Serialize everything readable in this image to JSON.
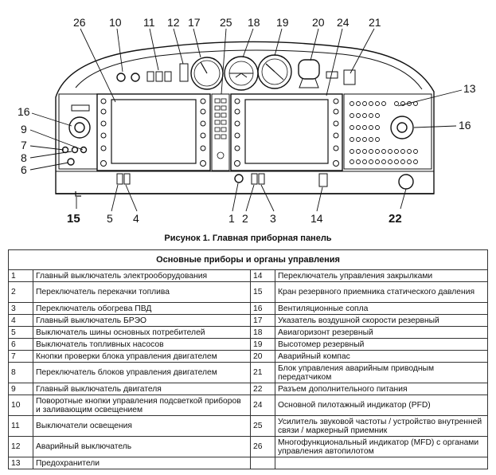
{
  "callouts": [
    "1",
    "2",
    "3",
    "4",
    "5",
    "6",
    "7",
    "8",
    "9",
    "10",
    "11",
    "12",
    "13",
    "14",
    "15",
    "16",
    "17",
    "18",
    "19",
    "20",
    "21",
    "22",
    "24",
    "25",
    "26"
  ],
  "caption": "Рисунок 1. Главная приборная панель",
  "table": {
    "header": "Основные приборы и органы управления",
    "rows": [
      {
        "ln": "1",
        "lt": "Главный выключатель электрооборудования",
        "rn": "14",
        "rt": "Переключатель управления закрылками"
      },
      {
        "ln": "2",
        "lt": "Переключатель перекачки топлива",
        "rn": "15",
        "rt": "Кран резервного приемника статического давления"
      },
      {
        "ln": "3",
        "lt": "Переключатель обогрева ПВД",
        "rn": "16",
        "rt": "Вентиляционные сопла"
      },
      {
        "ln": "4",
        "lt": "Главный выключатель БРЭО",
        "rn": "17",
        "rt": "Указатель воздушной скорости резервный"
      },
      {
        "ln": "5",
        "lt": "Выключатель шины основных потребителей",
        "rn": "18",
        "rt": "Авиагоризонт резервный"
      },
      {
        "ln": "6",
        "lt": "Выключатель топливных насосов",
        "rn": "19",
        "rt": "Высотомер резервный"
      },
      {
        "ln": "7",
        "lt": "Кнопки проверки блока управления двигателем",
        "rn": "20",
        "rt": "Аварийный компас"
      },
      {
        "ln": "8",
        "lt": "Переключатель блоков управления двигателем",
        "rn": "21",
        "rt": "Блок управления аварийным приводным передатчиком"
      },
      {
        "ln": "9",
        "lt": "Главный выключатель двигателя",
        "rn": "22",
        "rt": "Разъем дополнительного питания"
      },
      {
        "ln": "10",
        "lt": "Поворотные кнопки управления подсветкой приборов и заливающим освещением",
        "rn": "24",
        "rt": "Основной пилотажный индикатор (PFD)"
      },
      {
        "ln": "11",
        "lt": "Выключатели освещения",
        "rn": "25",
        "rt": "Усилитель звуковой частоты / устройство внутренней связи / маркерный приемник"
      },
      {
        "ln": "12",
        "lt": "Аварийный выключатель",
        "rn": "26",
        "rt": "Многофункциональный индикатор (MFD) с органами управления автопилотом"
      },
      {
        "ln": "13",
        "lt": "Предохранители",
        "rn": "",
        "rt": ""
      }
    ]
  }
}
